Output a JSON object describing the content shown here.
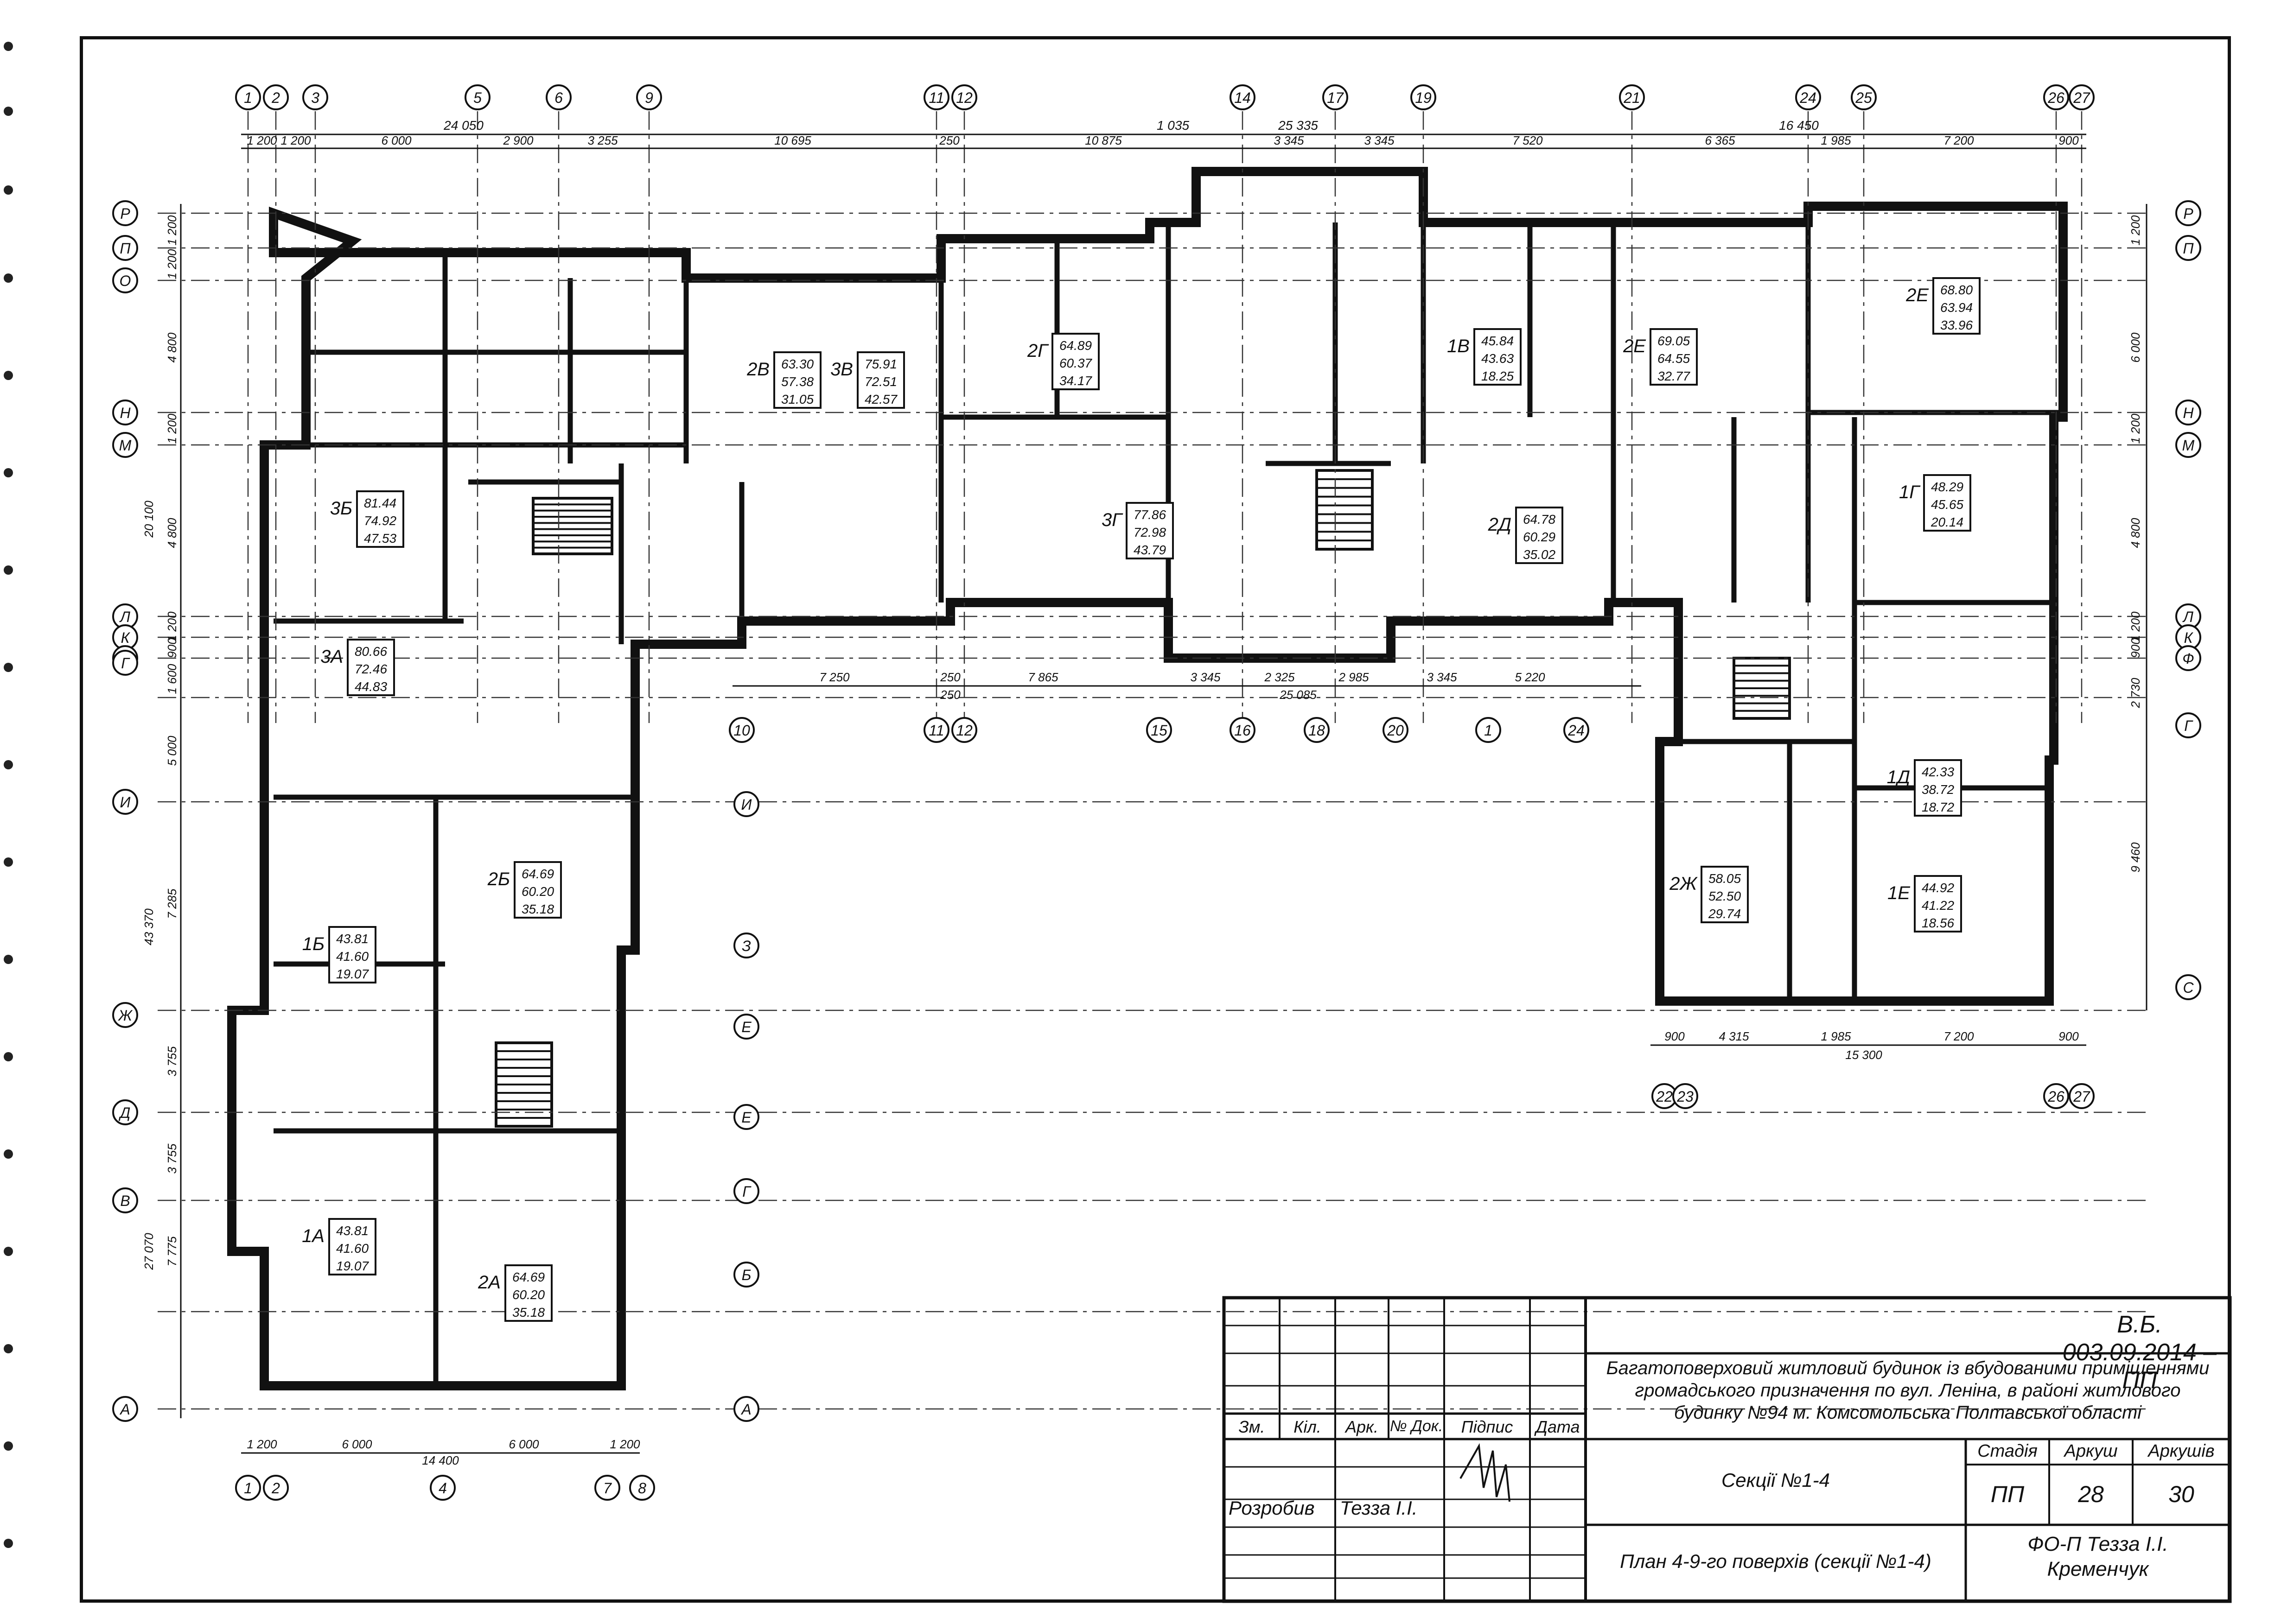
{
  "drawing": {
    "top_axes": [
      "1",
      "2",
      "3",
      "5",
      "6",
      "9",
      "11",
      "12",
      "14",
      "17",
      "19",
      "21",
      "24",
      "25",
      "26",
      "27"
    ],
    "bottom_axes_main": [
      "10",
      "11",
      "12",
      "15",
      "16",
      "18",
      "20",
      "1",
      "24"
    ],
    "bottom_axes_left": [
      "1",
      "2",
      "4",
      "7",
      "8"
    ],
    "bottom_axes_right": [
      "22",
      "23",
      "26",
      "27"
    ],
    "left_axes": [
      "Р",
      "П",
      "О",
      "Н",
      "М",
      "Л",
      "К",
      "И",
      "Г",
      "И",
      "Ж",
      "Д",
      "В",
      "А"
    ],
    "right_axes": [
      "Р",
      "П",
      "Н",
      "М",
      "Л",
      "К",
      "Ф",
      "Г",
      "С"
    ],
    "middle_axes": [
      "И",
      "З",
      "Е",
      "Е",
      "Г",
      "Б",
      "А"
    ],
    "top_dims_overall": [
      "24 050",
      "1 035",
      "25 335",
      "16 450"
    ],
    "top_dims": [
      "1 200",
      "1 200",
      "6 000",
      "2 900",
      "3 255",
      "10 695",
      "250",
      "10 875",
      "3 345",
      "3 345",
      "7 520",
      "6 365",
      "1 985",
      "7 200",
      "900"
    ],
    "bottom_dims_main": [
      "7 250",
      "250",
      "7 865",
      "3 345",
      "2 325",
      "2 985",
      "3 345",
      "5 220",
      "250",
      "25 085"
    ],
    "bottom_dims_left": [
      "1 200",
      "6 000",
      "6 000",
      "1 200",
      "14 400"
    ],
    "bottom_dims_right": [
      "900",
      "4 315",
      "1 985",
      "7 200",
      "900",
      "15 300"
    ],
    "left_dims": [
      "1 200",
      "1 200",
      "4 800",
      "1 200",
      "4 800",
      "1 200",
      "900",
      "1 600",
      "5 000",
      "7 285",
      "3 755",
      "3 755",
      "7 775",
      "20 100",
      "43 370",
      "27 070"
    ],
    "right_dims": [
      "1 200",
      "6 000",
      "1 200",
      "4 800",
      "1 200",
      "900",
      "2 730",
      "9 460"
    ],
    "apartments": [
      {
        "id": "2В",
        "values": [
          "63.30",
          "57.38",
          "31.05"
        ]
      },
      {
        "id": "3В",
        "values": [
          "75.91",
          "72.51",
          "42.57"
        ]
      },
      {
        "id": "2Г",
        "values": [
          "64.89",
          "60.37",
          "34.17"
        ]
      },
      {
        "id": "1В",
        "values": [
          "45.84",
          "43.63",
          "18.25"
        ]
      },
      {
        "id": "2Е",
        "values": [
          "69.05",
          "64.55",
          "32.77"
        ]
      },
      {
        "id": "2Е",
        "values": [
          "68.80",
          "63.94",
          "33.96"
        ]
      },
      {
        "id": "3Б",
        "values": [
          "81.44",
          "74.92",
          "47.53"
        ]
      },
      {
        "id": "3Г",
        "values": [
          "77.86",
          "72.98",
          "43.79"
        ]
      },
      {
        "id": "2Д",
        "values": [
          "64.78",
          "60.29",
          "35.02"
        ]
      },
      {
        "id": "1Г",
        "values": [
          "48.29",
          "45.65",
          "20.14"
        ]
      },
      {
        "id": "3А",
        "values": [
          "80.66",
          "72.46",
          "44.83"
        ]
      },
      {
        "id": "1Д",
        "values": [
          "42.33",
          "38.72",
          "18.72"
        ]
      },
      {
        "id": "2Б",
        "values": [
          "64.69",
          "60.20",
          "35.18"
        ]
      },
      {
        "id": "1Б",
        "values": [
          "43.81",
          "41.60",
          "19.07"
        ]
      },
      {
        "id": "2Ж",
        "values": [
          "58.05",
          "52.50",
          "29.74"
        ]
      },
      {
        "id": "1Е",
        "values": [
          "44.92",
          "41.22",
          "18.56"
        ]
      },
      {
        "id": "1А",
        "values": [
          "43.81",
          "41.60",
          "19.07"
        ]
      },
      {
        "id": "2А",
        "values": [
          "64.69",
          "60.20",
          "35.18"
        ]
      }
    ]
  },
  "title_block": {
    "code": "В.Б. 003.09.2014 – ПП",
    "project_lines": [
      "Багатоповерховий житловий будинок із вбудованими приміщеннями",
      "громадського призначення по вул. Леніна, в районі житлового",
      "будинку №94 м. Комсомольська Полтавської області"
    ],
    "header_cells": [
      "Зм.",
      "Кіл.",
      "Арк.",
      "№ Док.",
      "Підпис",
      "Дата"
    ],
    "developer_label": "Розробив",
    "developer_name": "Тезза І.І.",
    "section": "Секції №1-4",
    "stage_label": "Стадія",
    "sheet_label": "Аркуш",
    "sheets_label": "Аркушів",
    "stage": "ПП",
    "sheet": "28",
    "sheets": "30",
    "plan_title": "План 4-9-го поверхів (секції №1-4)",
    "organization_lines": [
      "ФО-П Тезза І.І.",
      "Кременчук"
    ]
  }
}
